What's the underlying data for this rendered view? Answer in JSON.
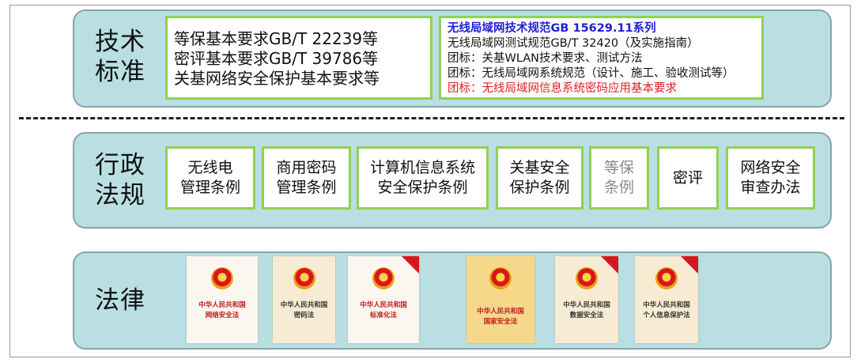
{
  "bands": {
    "standards": {
      "label": "技术\n标准"
    },
    "administrative": {
      "label": "行政\n法规"
    },
    "law": {
      "label": "法律"
    }
  },
  "standards_left": [
    "等保基本要求GB/T 22239等",
    "密评基本要求GB/T 39786等",
    "关基网络安全保护基本要求等"
  ],
  "standards_right": {
    "title": "无线局域网技术规范GB 15629.11系列",
    "lines": [
      "无线局域网测试规范GB/T 32420（及实施指南）",
      "团标：关基WLAN技术要求、测试方法",
      "团标：无线局域网系统规范（设计、施工、验收测试等）"
    ],
    "highlight": "团标：无线局域网信息系统密码应用基本要求",
    "title_color": "#1f1fd4",
    "highlight_color": "#e02020"
  },
  "regulations": [
    {
      "text": "无线电\n管理条例",
      "muted": false
    },
    {
      "text": "商用密码\n管理条例",
      "muted": false
    },
    {
      "text": "计算机信息系统\n安全保护条例",
      "muted": false
    },
    {
      "text": "关基安全\n保护条例",
      "muted": false
    },
    {
      "text": "等保\n条例",
      "muted": true
    },
    {
      "text": "密评",
      "muted": false
    },
    {
      "text": "网络安全\n审查办法",
      "muted": false
    }
  ],
  "laws": [
    {
      "title": "中华人民共和国\n网络安全法"
    },
    {
      "title": "中华人民共和国\n密码法"
    },
    {
      "title": "中华人民共和国\n标准化法"
    },
    {
      "title": "中华人民共和国\n国家安全法"
    },
    {
      "title": "中华人民共和国\n数据安全法"
    },
    {
      "title": "中华人民共和国\n个人信息保护法"
    }
  ],
  "colors": {
    "band_fill": "#b9dfe3",
    "box_border": "#92d050",
    "emblem_red": "#d8171c"
  }
}
